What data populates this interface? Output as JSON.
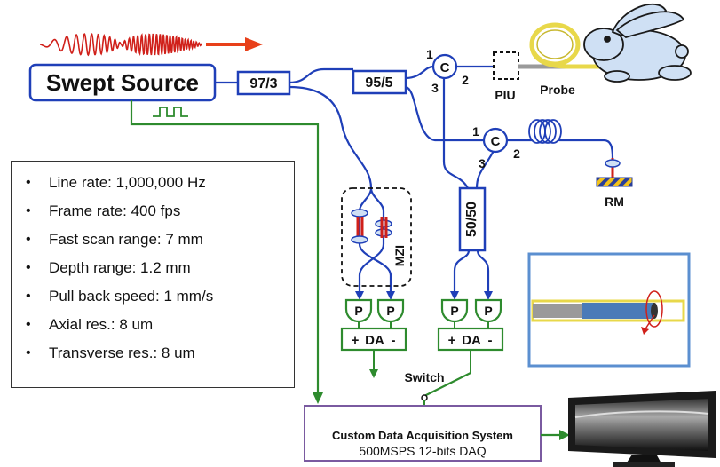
{
  "source": {
    "label": "Swept Source"
  },
  "couplers": {
    "c1": "97/3",
    "c2": "95/5",
    "c3": "50/50"
  },
  "circulators": {
    "main": {
      "symbol": "C",
      "ports": [
        "1",
        "2",
        "3"
      ]
    },
    "ref": {
      "symbol": "C",
      "ports": [
        "1",
        "2",
        "3"
      ]
    }
  },
  "piu": "PIU",
  "probe": "Probe",
  "rm": "RM",
  "mzi": "MZI",
  "detectors": [
    "P",
    "P",
    "P",
    "P"
  ],
  "da": [
    {
      "plus": "+",
      "label": "DA",
      "minus": "-"
    },
    {
      "plus": "+",
      "label": "DA",
      "minus": "-"
    }
  ],
  "switch": "Switch",
  "daq": {
    "title": "Custom Data Acquisition System",
    "subtitle": "500MSPS 12-bits DAQ"
  },
  "specs": [
    "Line rate: 1,000,000 Hz",
    "Frame rate: 400 fps",
    "Fast scan range: 7 mm",
    "Depth range: 1.2 mm",
    "Pull back speed: 1 mm/s",
    "Axial res.: 8 um",
    "Transverse res.: 8 um"
  ],
  "colors": {
    "fiber": "#1f3fb8",
    "trigger": "#2e8b2e",
    "detector": "#2e8b2e",
    "sweep_wave": "#d0201a",
    "arrow": "#e8401a",
    "daq_border": "#7a5aa0",
    "inset_border": "#5b8fd0",
    "probe_fiber": "#e8d84a"
  }
}
